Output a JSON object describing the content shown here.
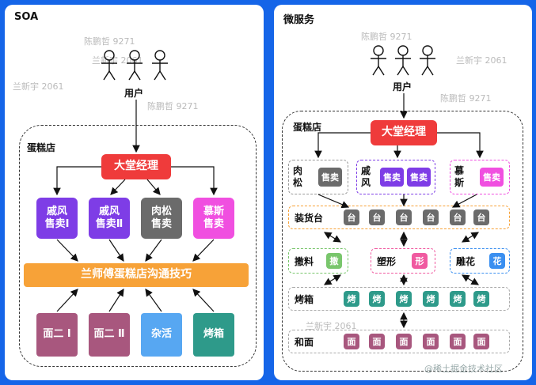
{
  "colors": {
    "background": "#1565e8",
    "manager": "#ef3b3b",
    "purple": "#7e3de6",
    "gray": "#6b6b6b",
    "pink": "#f04fe0",
    "orange": "#f7a238",
    "mauve": "#a8577e",
    "sky": "#57a7f2",
    "teal": "#2e9a8a",
    "green": "#79c66c",
    "pinkform": "#f05aa0",
    "blue": "#3a8ff0"
  },
  "soa": {
    "title": "SOA",
    "user_label": "用户",
    "store_label": "蛋糕店",
    "manager": "大堂经理",
    "sellers": [
      {
        "label": "戚风售卖Ⅰ",
        "lines": [
          "戚风",
          "售卖Ⅰ"
        ],
        "color": "purple"
      },
      {
        "label": "戚风售卖Ⅱ",
        "lines": [
          "戚风",
          "售卖Ⅱ"
        ],
        "color": "purple"
      },
      {
        "label": "肉松售卖",
        "lines": [
          "肉松",
          "售卖"
        ],
        "color": "gray"
      },
      {
        "label": "慕斯售卖",
        "lines": [
          "慕斯",
          "售卖"
        ],
        "color": "pink"
      }
    ],
    "bus": "兰师傅蛋糕店沟通技巧",
    "bottoms": [
      {
        "label": "面二 Ⅰ",
        "color": "mauve"
      },
      {
        "label": "面二 Ⅱ",
        "color": "mauve"
      },
      {
        "label": "杂活",
        "color": "sky"
      },
      {
        "label": "烤箱",
        "color": "teal"
      }
    ]
  },
  "micro": {
    "title": "微服务",
    "user_label": "用户",
    "store_label": "蛋糕店",
    "manager": "大堂经理",
    "groups": [
      {
        "name": "肉松",
        "name_lines": [
          "肉",
          "松"
        ],
        "chips": [
          "售卖"
        ],
        "chip_color": "gray"
      },
      {
        "name": "戚风",
        "name_lines": [
          "戚",
          "风"
        ],
        "chips": [
          "售卖",
          "售卖"
        ],
        "chip_color": "purple"
      },
      {
        "name": "慕斯",
        "name_lines": [
          "慕",
          "斯"
        ],
        "chips": [
          "售卖"
        ],
        "chip_color": "pink"
      }
    ],
    "rows": [
      {
        "label": "装货台",
        "chips": [
          "台",
          "台",
          "台",
          "台",
          "台",
          "台"
        ],
        "chip_color": "gray"
      },
      {
        "label": "烤箱",
        "chips": [
          "烤",
          "烤",
          "烤",
          "烤",
          "烤",
          "烤"
        ],
        "chip_color": "teal"
      },
      {
        "label": "和面",
        "chips": [
          "面",
          "面",
          "面",
          "面",
          "面",
          "面"
        ],
        "chip_color": "mauve"
      }
    ],
    "mid": [
      {
        "label": "撒料",
        "chip": "撒",
        "chip_color": "green"
      },
      {
        "label": "塑形",
        "chip": "形",
        "chip_color": "pinkform"
      },
      {
        "label": "雕花",
        "chip": "花",
        "chip_color": "blue"
      }
    ]
  },
  "watermarks": [
    "陈鹏哲 9271",
    "兰新宇 2061",
    "陈鹏哲 9271",
    "兰新宇 2061",
    "陈鹏哲 9271",
    "兰新宇 2061",
    "陈鹏哲 9271",
    "兰新宇 2061"
  ],
  "footer_watermark": "@稀土掘金技术社区"
}
